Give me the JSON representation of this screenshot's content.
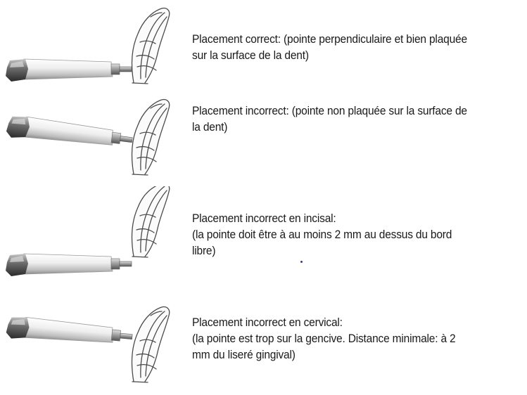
{
  "figure": {
    "rows": [
      {
        "id": "correct",
        "lines": [
          "Placement correct: (pointe perpendiculaire et bien plaquée",
          "sur la surface de la dent)"
        ]
      },
      {
        "id": "incorrect-not-flat",
        "lines": [
          "Placement incorrect: (pointe non plaquée sur la surface de",
          "la dent)"
        ]
      },
      {
        "id": "incorrect-incisal",
        "lines": [
          "Placement incorrect en  incisal:",
          "(la pointe doit être à au moins 2 mm au dessus du bord",
          "libre)"
        ]
      },
      {
        "id": "incorrect-cervical",
        "lines": [
          "Placement incorrect en cervical:",
          "(la pointe est trop sur la gencive. Distance minimale: à 2",
          "mm du liseré gingival)"
        ]
      }
    ],
    "colors": {
      "handpiece_light": "#f2f2f2",
      "handpiece_shadow": "#8a8a8a",
      "handpiece_dark": "#3a3a3a",
      "tooth_outline": "#4a4a4a"
    }
  }
}
